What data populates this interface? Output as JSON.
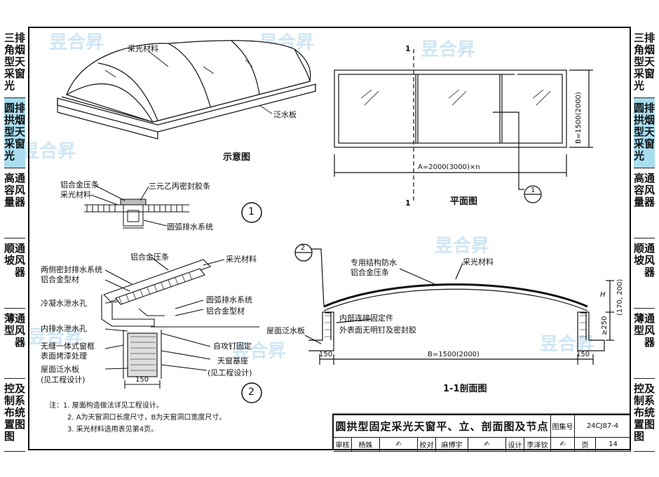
{
  "side_tabs_left": [
    {
      "c1": [
        "三",
        "角",
        "型",
        "采",
        "光"
      ],
      "c2": [
        "排",
        "烟",
        "天",
        "窗"
      ]
    },
    {
      "c1": [
        "圆",
        "拱",
        "型",
        "采",
        "光"
      ],
      "c2": [
        "排",
        "烟",
        "天",
        "窗"
      ],
      "active": true
    },
    {
      "c1": [
        "高",
        "容",
        "量"
      ],
      "c2": [
        "通",
        "风",
        "器"
      ]
    },
    {
      "c1": [
        "顺",
        "坡"
      ],
      "c2": [
        "通",
        "风",
        "器"
      ]
    },
    {
      "c1": [
        "薄",
        "型"
      ],
      "c2": [
        "通",
        "风",
        "器"
      ]
    },
    {
      "c1": [
        "控",
        "制",
        "布",
        "置",
        "图"
      ],
      "c2": [
        "及",
        "系",
        "统",
        "图"
      ]
    }
  ],
  "isometric": {
    "material": "采光材料",
    "flashing": "泛水板",
    "title": "示意图"
  },
  "plan": {
    "section_mark": "1",
    "width_dim": "A=2000(3000)×n",
    "height_dim": "B=1500(2000)",
    "callout_num": "1",
    "callout_den": "—",
    "title": "平面图"
  },
  "detail1": {
    "l1": "铝合金压条",
    "l2": "采光材料",
    "l3": "三元乙丙密封胶条",
    "l4": "圆弧排水系统",
    "num": "1"
  },
  "detail2": {
    "l_pressing": "铝合金压条",
    "l_material": "采光材料",
    "l_both_seal": "两侧密封排水系统",
    "l_profile1": "铝合金型材",
    "l_condense": "冷凝水泄水孔",
    "l_arc": "圆弧排水系统",
    "l_profile2": "铝合金型材",
    "l_inner": "内排水泄水孔",
    "l_frame1": "无缝一体式窗框",
    "l_frame2": "表面烤漆处理",
    "l_screw": "自攻钉固定",
    "l_base": "天窗基座",
    "l_base_note": "(见工程设计)",
    "l_roof": "屋面泛水板",
    "l_roof_note": "(见工程设计)",
    "dim150": "150",
    "num": "2"
  },
  "section": {
    "callout_num": "2",
    "callout_den": "—",
    "l_waterproof1": "专用结构防水",
    "l_waterproof2": "铝合金压条",
    "l_material": "采光材料",
    "l_conn1": "内部连接固定件",
    "l_conn2": "外表面无明钉及密封胶",
    "l_roof": "屋面泛水板",
    "dim_h": "H",
    "dim_h2": "(170, 200)",
    "dim_250": "≥250",
    "dim_left": "150",
    "dim_b": "B=1500(2000)",
    "dim_right": "150",
    "title": "1-1剖面图"
  },
  "notes": {
    "n1": "注：1.  屋面构造做法详见工程设计。",
    "n2": "2.  A为天窗洞口长度尺寸，B为天窗洞口宽度尺寸。",
    "n3": "3.  采光材料选用表见第4页。"
  },
  "title_block": {
    "title": "圆拱型固定采光天窗平、立、剖面图及节点",
    "atlas_label": "图集号",
    "atlas_no": "24CJ87-4",
    "review": "审核",
    "reviewer": "杨姝",
    "check": "校对",
    "checker": "麻博宇",
    "design": "设计",
    "designer": "李泽钦",
    "page_label": "页",
    "page_no": "14"
  },
  "watermark": "昱合昇"
}
